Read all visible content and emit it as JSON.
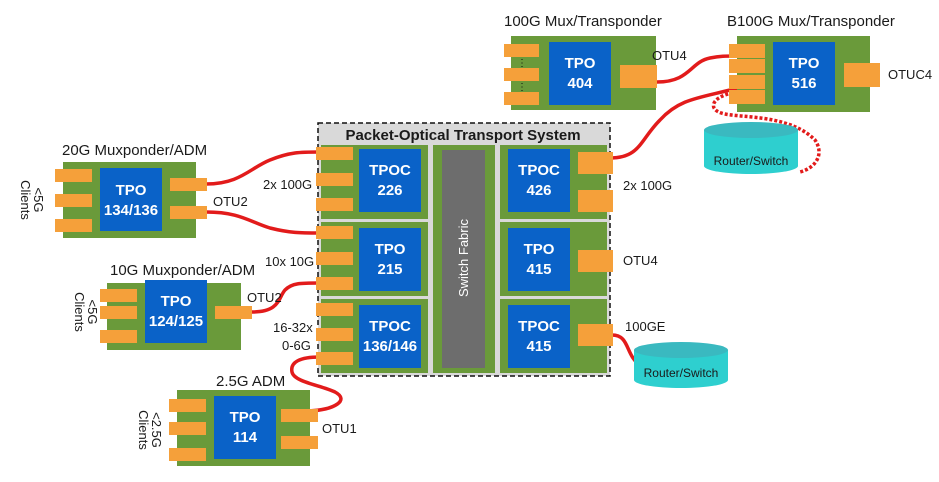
{
  "colors": {
    "board": "#6a9a3a",
    "chip": "#0a62c8",
    "port": "#f5a03a",
    "fiber": "#e21b1b",
    "fabric": "#6d6d6d",
    "system_bg": "#d9d9d9",
    "router": "#2ecfcf"
  },
  "devices": {
    "mux100g": {
      "title": "100G Mux/Transponder",
      "chip_line1": "TPO",
      "chip_line2": "404",
      "link_label": "OTU4"
    },
    "b100g": {
      "title": "B100G Mux/Transponder",
      "chip_line1": "TPO",
      "chip_line2": "516",
      "link_label": "OTUC4"
    },
    "mux20g": {
      "title": "20G Muxponder/ADM",
      "chip_line1": "TPO",
      "chip_line2": "134/136",
      "link_label": "OTU2",
      "clients_line1": "<5G",
      "clients_line2": "Clients"
    },
    "mux10g": {
      "title": "10G Muxponder/ADM",
      "chip_line1": "TPO",
      "chip_line2": "124/125",
      "link_label": "OTU2",
      "clients_line1": "<5G",
      "clients_line2": "Clients"
    },
    "adm25g": {
      "title": "2.5G ADM",
      "chip_line1": "TPO",
      "chip_line2": "114",
      "link_label": "OTU1",
      "clients_line1": "<2.5G",
      "clients_line2": "Clients"
    }
  },
  "system": {
    "title": "Packet-Optical Transport System",
    "fabric_label": "Switch Fabric",
    "cards": [
      {
        "line1": "TPOC",
        "line2": "226",
        "port_label": "2x 100G"
      },
      {
        "line1": "TPO",
        "line2": "215",
        "port_label": "10x 10G"
      },
      {
        "line1": "TPOC",
        "line2": "136/146",
        "port_label_1": "16-32x",
        "port_label_2": "0-6G"
      },
      {
        "line1": "TPOC",
        "line2": "426",
        "port_label": "2x 100G"
      },
      {
        "line1": "TPO",
        "line2": "415",
        "port_label": "OTU4"
      },
      {
        "line1": "TPOC",
        "line2": "415",
        "port_label": "100GE"
      }
    ]
  },
  "routers": [
    {
      "label": "Router/Switch"
    },
    {
      "label": "Router/Switch"
    }
  ]
}
